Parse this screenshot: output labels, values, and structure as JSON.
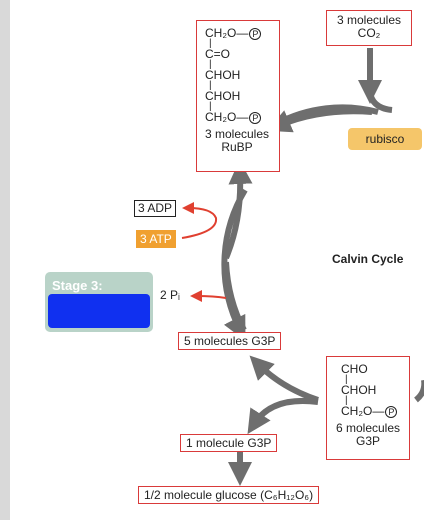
{
  "diagram": {
    "rubp": {
      "formula_lines": [
        "CH₂O—",
        "C=O",
        "CHOH",
        "CHOH",
        "CH₂O—"
      ],
      "phosphate_symbol": "P",
      "count_label": "3 molecules",
      "name": "RuBP"
    },
    "co2": {
      "count_label": "3 molecules",
      "name": "CO₂"
    },
    "enzyme": {
      "name": "rubisco"
    },
    "cycle_title": "Calvin Cycle",
    "energy": {
      "adp": "3 ADP",
      "atp": "3 ATP",
      "phosphate": "2 Pᵢ"
    },
    "stage": {
      "title": "Stage 3:"
    },
    "g3p_five": "5 molecules  G3P",
    "g3p": {
      "formula_lines": [
        "CHO",
        "CHOH",
        "CH₂O—"
      ],
      "phosphate_symbol": "P",
      "count_label": "6 molecules",
      "name": "G3P"
    },
    "g3p_one": "1 molecule G3P",
    "glucose": "1/2 molecule glucose (C₆H₁₂O₆)"
  },
  "colors": {
    "box_border": "#d93a3a",
    "arrow_gray": "#6e6e6e",
    "energy_arrow": "#e04030",
    "atp_fill": "#f0a030",
    "rubisco_fill": "#f5c66a",
    "stage_card": "#b9d3c8",
    "redaction": "#1030f0"
  }
}
